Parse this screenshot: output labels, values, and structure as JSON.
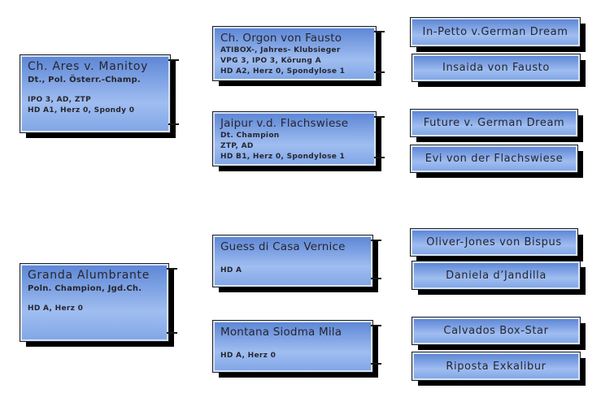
{
  "colors": {
    "background": "#ffffff",
    "box_gradient_top": "#5e87d6",
    "box_gradient_mid": "#9fbdf0",
    "box_gradient_bottom": "#82a7e7",
    "box_border_light": "#d6e3f8",
    "box_outline_dark": "#1c1c1c",
    "box_shadow": "#000000",
    "text": "#26262f"
  },
  "gen1": [
    {
      "title": "Ch. Ares v. Manitoy",
      "subtitle": "Dt., Pol. Österr.-Champ.",
      "line1": "IPO 3, AD, ZTP",
      "line2": "HD A1, Herz 0, Spondy 0"
    },
    {
      "title": "Granda Alumbrante",
      "subtitle": "Poln. Champion, Jgd.Ch.",
      "line1": "HD A, Herz 0"
    }
  ],
  "gen2": [
    {
      "title": "Ch. Orgon von Fausto",
      "line1": "ATIBOX-, Jahres- Klubsieger",
      "line2": "VPG 3, IPO 3, Körung A",
      "line3": "HD A2, Herz 0, Spondylose 1"
    },
    {
      "title": "Jaipur v.d. Flachswiese",
      "line1": "Dt. Champion",
      "line2": "ZTP, AD",
      "line3": "HD B1, Herz 0, Spondylose 1"
    },
    {
      "title": "Guess di Casa Vernice",
      "line1": "HD A"
    },
    {
      "title": "Montana Siodma Mila",
      "line1": "HD A, Herz 0"
    }
  ],
  "gen3": [
    {
      "name": "In-Petto v.German Dream"
    },
    {
      "name": "Insaida von Fausto"
    },
    {
      "name": "Future v. German Dream"
    },
    {
      "name": "Evi von der Flachswiese"
    },
    {
      "name": "Oliver-Jones von Bispus"
    },
    {
      "name": "Daniela d’Jandilla"
    },
    {
      "name": "Calvados Box-Star"
    },
    {
      "name": "Riposta Exkalibur"
    }
  ]
}
